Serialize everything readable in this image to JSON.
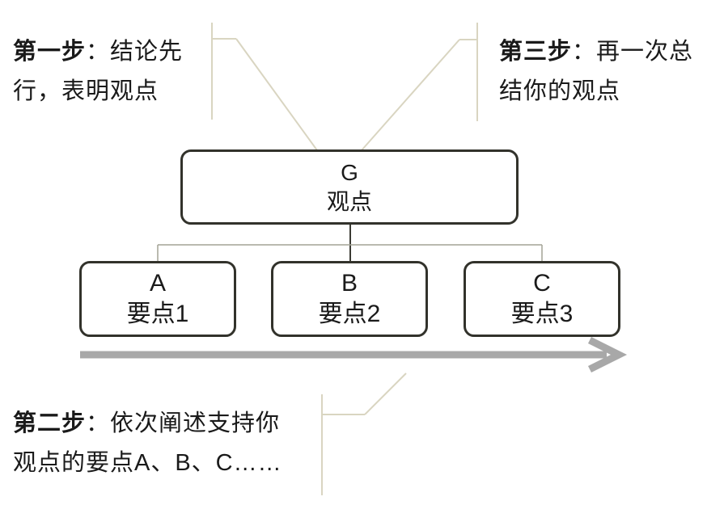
{
  "colors": {
    "background": "#ffffff",
    "box_border": "#32322b",
    "box_fill": "#ffffff",
    "text": "#1a1a1a",
    "callout_line": "#d9d5c1",
    "tree_line": "#a3a396",
    "tree_line_dark": "#3b3b33",
    "arrow": "#a8a8a8"
  },
  "steps": {
    "step1": {
      "prefix": "第一步",
      "rest_line1": "：结论先",
      "line2": "行，表明观点"
    },
    "step2": {
      "prefix": "第二步",
      "rest_line1": "：依次阐述支持你",
      "line2": "观点的要点A、B、C……"
    },
    "step3": {
      "prefix": "第三步",
      "rest_line1": "：再一次总",
      "line2": "结你的观点"
    }
  },
  "root_box": {
    "letter": "G",
    "label": "观点"
  },
  "point_boxes": [
    {
      "letter": "A",
      "label": "要点1"
    },
    {
      "letter": "B",
      "label": "要点2"
    },
    {
      "letter": "C",
      "label": "要点3"
    }
  ]
}
